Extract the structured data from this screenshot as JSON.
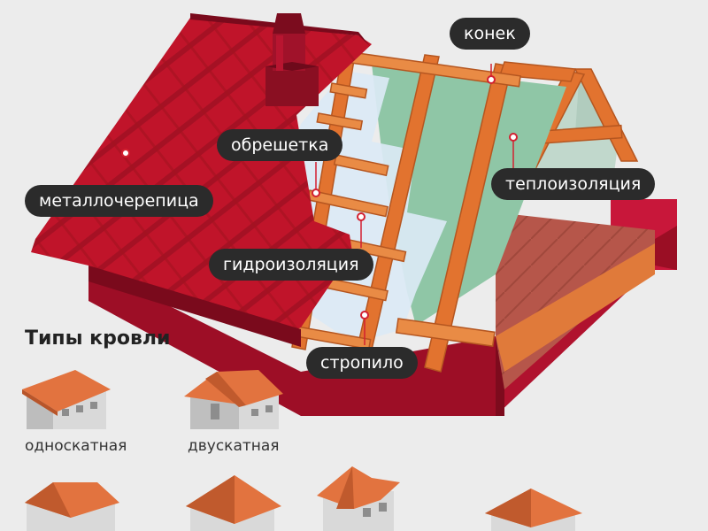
{
  "diagram": {
    "layers": {
      "ridge": "конек",
      "batten": "обрешетка",
      "metal_tile": "металлочерепица",
      "insulation": "теплоизоляция",
      "waterproofing": "гидроизоляция",
      "rafter": "стропило"
    }
  },
  "roof_types": {
    "title": "Типы кровли",
    "items": [
      "односкатная",
      "двускатная"
    ]
  },
  "colors": {
    "tile_red": "#c0142a",
    "rafter_orange": "#e2732f",
    "insulation_green": "#8fc6a6",
    "membrane_blue": "#dbe9f5",
    "callout_bg": "#2b2b2b",
    "marker": "#d32030"
  }
}
